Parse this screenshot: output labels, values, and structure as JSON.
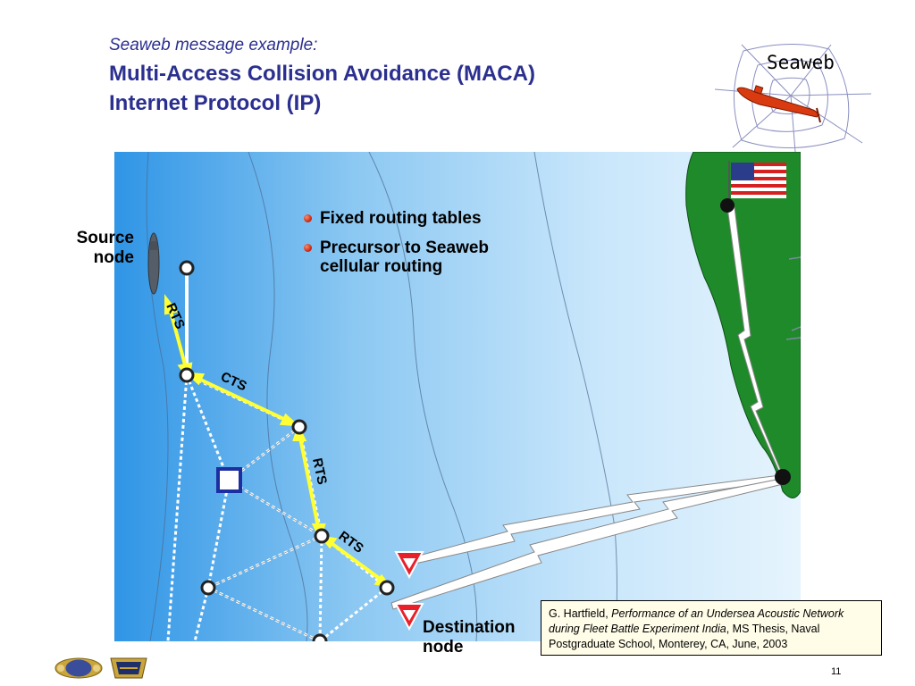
{
  "title": {
    "subtitle": "Seaweb message example:",
    "line1": "Multi-Access Collision Avoidance (MACA)",
    "line2": "Internet Protocol (IP)"
  },
  "logo": {
    "text": "Seaweb"
  },
  "labels": {
    "source_line1": "Source",
    "source_line2": "node",
    "destination_line1": "Destination",
    "destination_line2": "node"
  },
  "bullets": [
    {
      "text": "Fixed routing tables"
    },
    {
      "text": "Precursor to Seaweb cellular routing"
    }
  ],
  "citation": {
    "author": "G. Hartfield, ",
    "title": "Performance of an Undersea Acoustic Network during Fleet Battle Experiment India",
    "rest": ", MS Thesis, Naval Postgraduate School, Monterey, CA, June, 2003"
  },
  "page_number": "11",
  "colors": {
    "title": "#2b2f8f",
    "ocean_deep": "#3aa0e8",
    "ocean_light": "#dceffc",
    "land": "#1f8a2a",
    "handshake": "#ffff33",
    "gateway": "#e8202a"
  }
}
